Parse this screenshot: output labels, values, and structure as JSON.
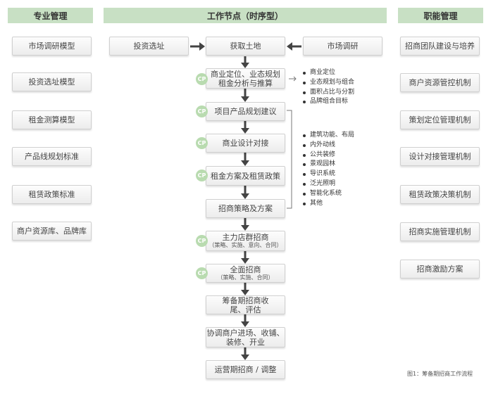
{
  "headers": {
    "left": "专业管理",
    "center": "工作节点（时序型）",
    "right": "职能管理"
  },
  "left_column": [
    "市场调研模型",
    "投资选址模型",
    "租金测算模型",
    "产品线规划标准",
    "租赁政策标准",
    "商户资源库、品牌库"
  ],
  "right_column": [
    "招商团队建设与培养",
    "商户资源管控机制",
    "策划定位管理机制",
    "设计对接管理机制",
    "租赁政策决策机制",
    "招商实施管理机制",
    "招商激励方案"
  ],
  "top_row": {
    "left": "投资选址",
    "center": "获取土地",
    "right": "市场调研"
  },
  "flow_steps": [
    {
      "line1": "商业定位、业态规划",
      "line2": "租金分析与推算"
    },
    {
      "line1": "项目产品规划建议"
    },
    {
      "line1": "商业设计对接"
    },
    {
      "line1": "租金方案及租赁政策"
    },
    {
      "line1": "招商策略及方案"
    },
    {
      "line1": "主力店群招商",
      "sub": "（策略、实施、意向、合同）"
    },
    {
      "line1": "全面招商",
      "sub": "（策略、实施、合同）"
    },
    {
      "line1": "筹备期招商收",
      "line2": "尾、评估"
    },
    {
      "line1": "协调商户进场、收铺、",
      "line2": "装修、开业"
    },
    {
      "line1": "运营期招商 / 调整"
    }
  ],
  "cp_label": "CP",
  "bullets_group_1": [
    "商业定位",
    "业态规划与组合",
    "面积占比与分割",
    "品牌组合目标"
  ],
  "bullets_group_2": [
    "建筑功能、布局",
    "内外动线",
    "公共装修",
    "景观园林",
    "导识系统",
    "泛光照明",
    "智能化系统",
    "其他"
  ],
  "caption": "图1：筹备期招商工作流程",
  "colors": {
    "header_bg": "#c8e0c4",
    "cp_bg": "#b9dbb0",
    "arrow": "#444444"
  }
}
